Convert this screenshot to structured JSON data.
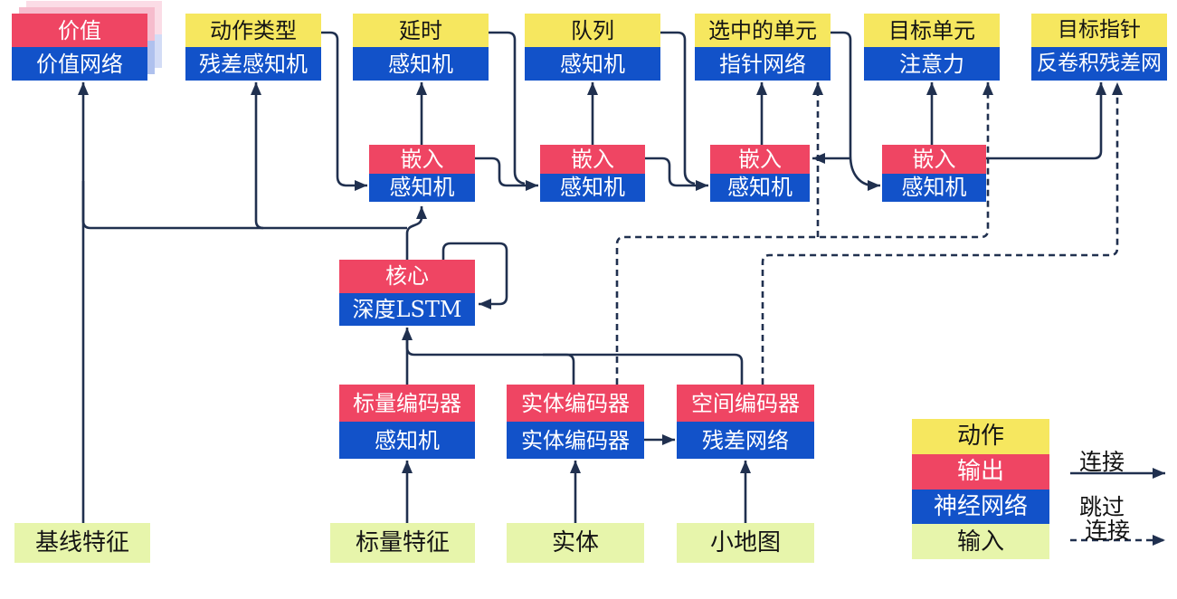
{
  "colors": {
    "action_yellow": "#F6E75F",
    "output_red": "#EF4563",
    "network_blue": "#1252C9",
    "input_green": "#E7F5AB",
    "wire_navy": "#20304F"
  },
  "heads": [
    {
      "action": "价值",
      "network": "价值网络"
    },
    {
      "action": "动作类型",
      "network": "残差感知机"
    },
    {
      "action": "延时",
      "network": "感知机"
    },
    {
      "action": "队列",
      "network": "感知机"
    },
    {
      "action": "选中的单元",
      "network": "指针网络"
    },
    {
      "action": "目标单元",
      "network": "注意力"
    },
    {
      "action": "目标指针",
      "network": "反卷积残差网"
    }
  ],
  "embeddings": [
    {
      "title": "嵌入",
      "network": "感知机"
    },
    {
      "title": "嵌入",
      "network": "感知机"
    },
    {
      "title": "嵌入",
      "network": "感知机"
    },
    {
      "title": "嵌入",
      "network": "感知机"
    }
  ],
  "core": {
    "title": "核心",
    "network": "深度LSTM"
  },
  "encoders": [
    {
      "title": "标量编码器",
      "network": "感知机"
    },
    {
      "title": "实体编码器",
      "network": "实体编码器"
    },
    {
      "title": "空间编码器",
      "network": "残差网络"
    }
  ],
  "inputs": [
    {
      "label": "基线特征"
    },
    {
      "label": "标量特征"
    },
    {
      "label": "实体"
    },
    {
      "label": "小地图"
    }
  ],
  "legend": {
    "rows": [
      {
        "label": "动作"
      },
      {
        "label": "输出"
      },
      {
        "label": "神经网络"
      },
      {
        "label": "输入"
      }
    ],
    "solid_label": "连接",
    "dashed_label_line1": "跳过",
    "dashed_label_line2": "连接"
  }
}
